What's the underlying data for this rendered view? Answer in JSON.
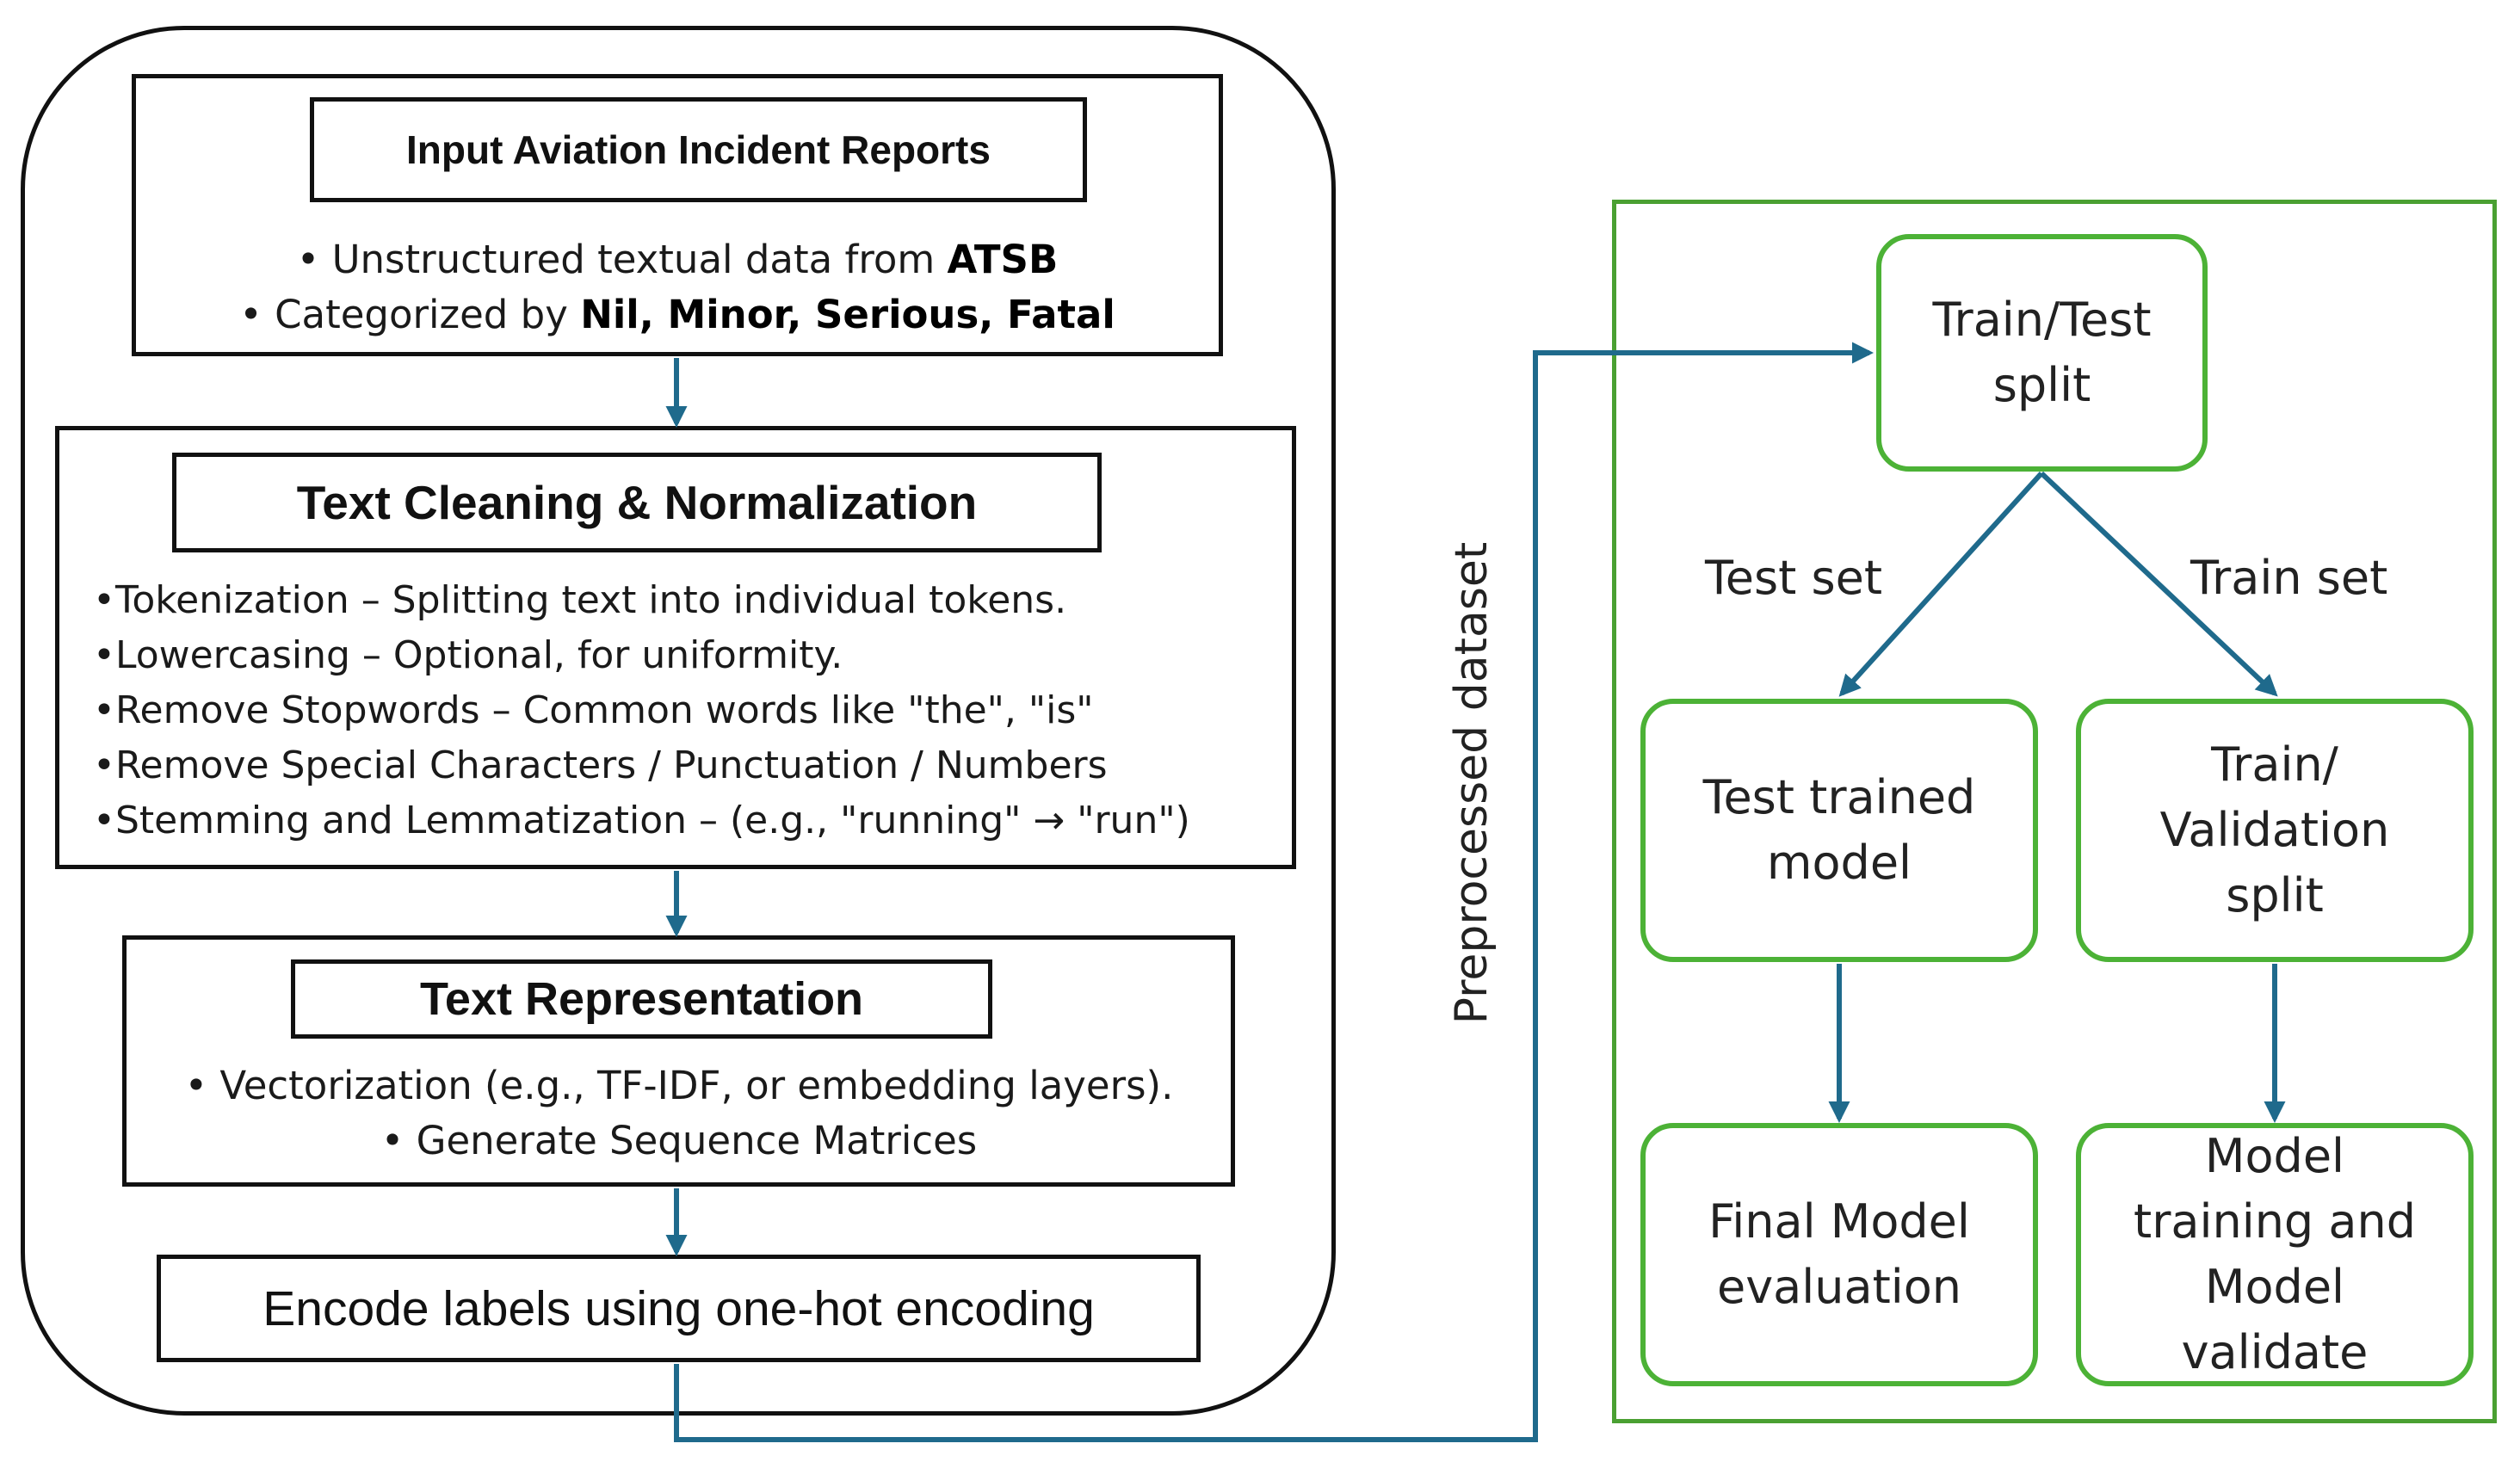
{
  "input_section": {
    "title": "Input Aviation Incident Reports",
    "bullet1_text": "Unstructured textual data from ",
    "bullet1_bold": "ATSB",
    "bullet2_text": "Categorized by ",
    "bullet2_bold": "Nil, Minor, Serious, Fatal"
  },
  "cleaning_section": {
    "title": "Text Cleaning & Normalization",
    "items": [
      "•Tokenization – Splitting text into individual  tokens.",
      "•Lowercasing – Optional, for uniformity.",
      "•Remove Stopwords – Common words like \"the\", \"is\"",
      "•Remove Special Characters / Punctuation / Numbers",
      "•Stemming and Lemmatization – (e.g., \"running\" → \"run\")"
    ]
  },
  "representation_section": {
    "title": "Text Representation",
    "bullet1": "• Vectorization (e.g., TF-IDF, or embedding layers).",
    "bullet2": "• Generate Sequence Matrices"
  },
  "encode_box": "Encode labels  using one-hot encoding",
  "preprocessed_label": "Preprocessed dataset",
  "right_pipeline": {
    "train_test_split_line1": "Train/Test",
    "train_test_split_line2": "split",
    "test_set_label": "Test set",
    "train_set_label": "Train set",
    "test_trained_model_line1": "Test trained",
    "test_trained_model_line2": "model",
    "train_validation_line1": "Train/",
    "train_validation_line2": "Validation",
    "train_validation_line3": "split",
    "final_eval_line1": "Final Model",
    "final_eval_line2": "evaluation",
    "model_training_line1": "Model",
    "model_training_line2": "training and",
    "model_training_line3": "Model",
    "model_training_line4": "validate"
  },
  "colors": {
    "arrow": "#1f6a8c",
    "green_border": "#4cb236",
    "outline": "#111111"
  }
}
